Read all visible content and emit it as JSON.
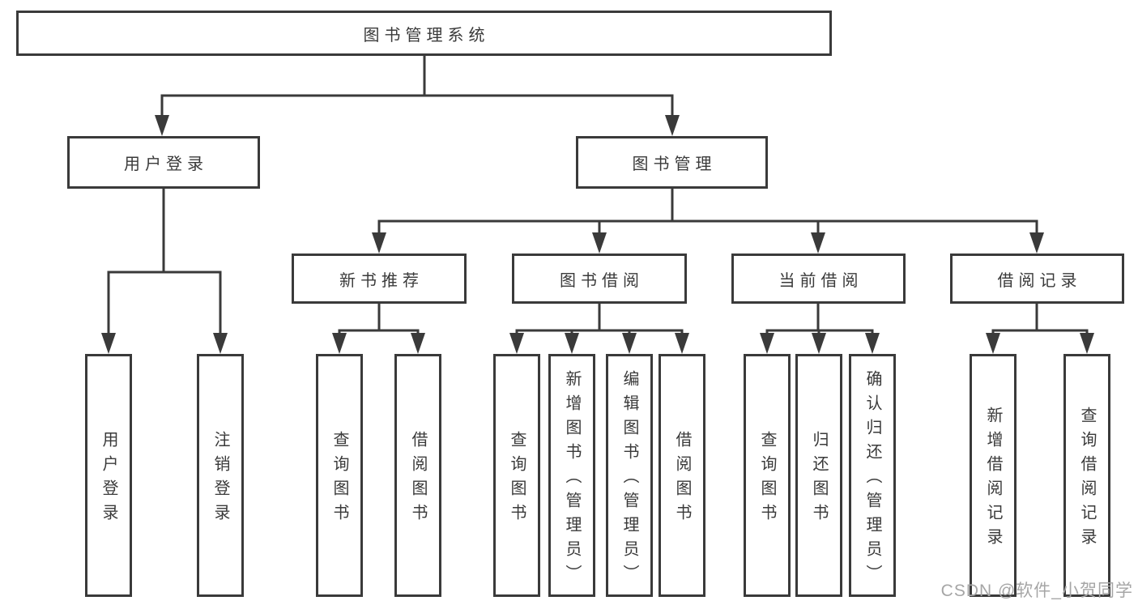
{
  "tree": {
    "root": "图书管理系统",
    "branches": [
      {
        "label": "用户登录",
        "leaves": [
          "用户登录",
          "注销登录"
        ]
      },
      {
        "label": "图书管理",
        "groups": [
          {
            "label": "新书推荐",
            "leaves": [
              "查询图书",
              "借阅图书"
            ]
          },
          {
            "label": "图书借阅",
            "leaves": [
              "查询图书",
              "新增图书（管理员）",
              "编辑图书（管理员）",
              "借阅图书"
            ]
          },
          {
            "label": "当前借阅",
            "leaves": [
              "查询图书",
              "归还图书",
              "确认归还（管理员）"
            ]
          },
          {
            "label": "借阅记录",
            "leaves": [
              "新增借阅记录",
              "查询借阅记录"
            ]
          }
        ]
      }
    ]
  },
  "watermark": {
    "text": "CSDN @软件_小贺同学"
  },
  "colors": {
    "line": "#3a3a3a",
    "box_border": "#3a3a3a",
    "text": "#3a3a3a",
    "watermark": "#a6a6a6",
    "background": "#ffffff"
  }
}
